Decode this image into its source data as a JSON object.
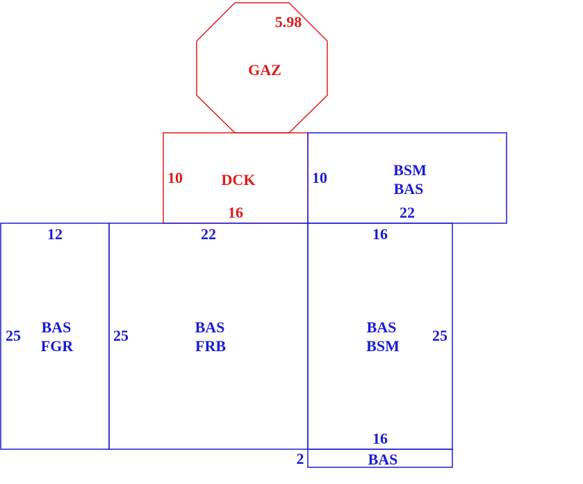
{
  "colors": {
    "blue": "#1a1ad6",
    "red": "#e11a1a"
  },
  "gaz": {
    "label": "GAZ",
    "value": "5.98"
  },
  "dck": {
    "label": "DCK",
    "side": "10",
    "bottom": "16"
  },
  "bsm_bas_top": {
    "line1": "BSM",
    "line2": "BAS",
    "side": "10",
    "bottom": "22"
  },
  "bas_fgr": {
    "line1": "BAS",
    "line2": "FGR",
    "top": "12",
    "side": "25"
  },
  "bas_frb": {
    "line1": "BAS",
    "line2": "FRB",
    "top": "22",
    "side": "25"
  },
  "bas_bsm": {
    "line1": "BAS",
    "line2": "BSM",
    "top": "16",
    "side": "25",
    "bottom": "16"
  },
  "bas_strip": {
    "label": "BAS",
    "side": "2"
  }
}
